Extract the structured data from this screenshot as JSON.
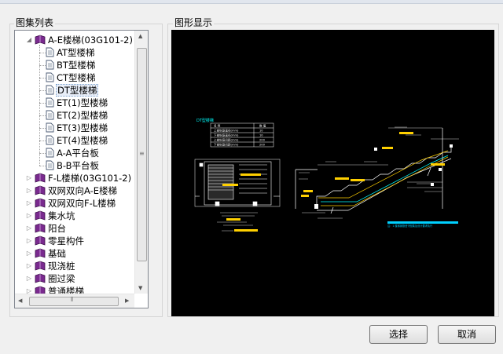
{
  "tree_panel": {
    "title": "图集列表",
    "items": [
      {
        "label": "A-E楼梯(03G101-2)",
        "level": 0,
        "icon": "open-book-icon",
        "expanded": true
      },
      {
        "label": "AT型楼梯",
        "level": 1,
        "icon": "document-icon"
      },
      {
        "label": "BT型楼梯",
        "level": 1,
        "icon": "document-icon"
      },
      {
        "label": "CT型楼梯",
        "level": 1,
        "icon": "document-icon"
      },
      {
        "label": "DT型楼梯",
        "level": 1,
        "icon": "document-icon",
        "selected": true
      },
      {
        "label": "ET(1)型楼梯",
        "level": 1,
        "icon": "document-icon"
      },
      {
        "label": "ET(2)型楼梯",
        "level": 1,
        "icon": "document-icon"
      },
      {
        "label": "ET(3)型楼梯",
        "level": 1,
        "icon": "document-icon"
      },
      {
        "label": "ET(4)型楼梯",
        "level": 1,
        "icon": "document-icon"
      },
      {
        "label": "A-A平台板",
        "level": 1,
        "icon": "document-icon"
      },
      {
        "label": "B-B平台板",
        "level": 1,
        "icon": "document-icon"
      },
      {
        "label": "F-L楼梯(03G101-2)",
        "level": 0,
        "icon": "book-icon"
      },
      {
        "label": "双网双向A-E楼梯",
        "level": 0,
        "icon": "book-icon"
      },
      {
        "label": "双网双向F-L楼梯",
        "level": 0,
        "icon": "book-icon"
      },
      {
        "label": "集水坑",
        "level": 0,
        "icon": "book-icon"
      },
      {
        "label": "阳台",
        "level": 0,
        "icon": "book-icon"
      },
      {
        "label": "零星构件",
        "level": 0,
        "icon": "book-icon"
      },
      {
        "label": "基础",
        "level": 0,
        "icon": "book-icon"
      },
      {
        "label": "现浇桩",
        "level": 0,
        "icon": "book-icon"
      },
      {
        "label": "圈过梁",
        "level": 0,
        "icon": "book-icon"
      },
      {
        "label": "普通楼梯",
        "level": 0,
        "icon": "book-icon"
      }
    ]
  },
  "preview_panel": {
    "title": "图形显示",
    "drawing": {
      "heading": "DT型楼梯",
      "table": [
        [
          "名 称",
          "数 值"
        ],
        [
          "上部纵筋直径(mm)",
          "10"
        ],
        [
          "下部纵筋直径(mm)",
          "10"
        ],
        [
          "上部纵筋间距(mm)",
          "200"
        ],
        [
          "下部纵筋间距(mm)",
          "200"
        ]
      ],
      "note": "注：1 楼梯钢筋遵守图集及设计要求执行"
    }
  },
  "buttons": {
    "select": "选择",
    "cancel": "取消"
  },
  "colors": {
    "cad_background": "#000000",
    "cad_white": "#ffffff",
    "cad_cyan": "#00ffff",
    "cad_yellow": "#ffd000",
    "book_purple": "#7a2a8f"
  }
}
